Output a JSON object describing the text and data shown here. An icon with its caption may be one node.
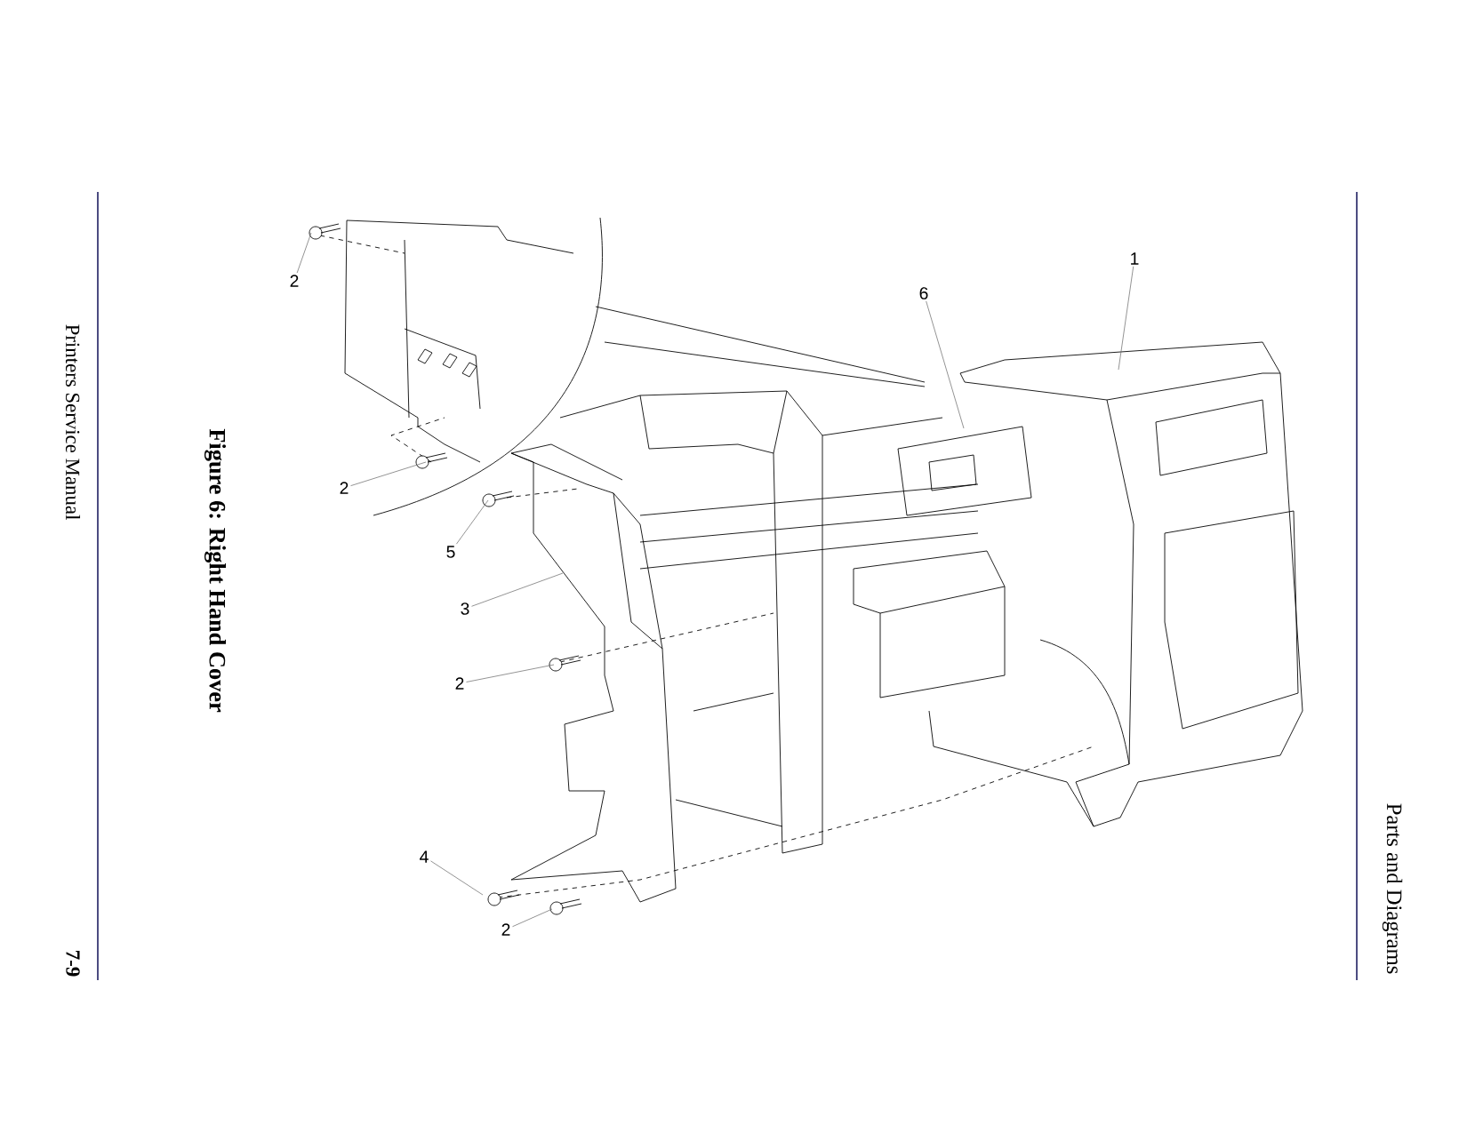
{
  "diagram": {
    "caption": "Figure 6: Right Hand Cover",
    "nodes": [
      {
        "text": [
          "1"
        ]
      },
      {
        "text": [
          "6"
        ]
      },
      {
        "text": [
          "2"
        ]
      },
      {
        "text": [
          "2"
        ]
      },
      {
        "text": [
          "5"
        ]
      },
      {
        "text": [
          "3"
        ]
      },
      {
        "text": [
          "2"
        ]
      },
      {
        "text": [
          "4"
        ]
      },
      {
        "text": [
          "2"
        ]
      }
    ],
    "edges": [
      {
        "from": 0,
        "to": null,
        "arrow": "none"
      },
      {
        "from": 1,
        "to": null,
        "arrow": "none"
      },
      {
        "from": 2,
        "to": null,
        "arrow": "none"
      },
      {
        "from": 3,
        "to": null,
        "arrow": "none"
      },
      {
        "from": 4,
        "to": null,
        "arrow": "none"
      },
      {
        "from": 5,
        "to": null,
        "arrow": "none"
      },
      {
        "from": 6,
        "to": null,
        "arrow": "none"
      },
      {
        "from": 7,
        "to": null,
        "arrow": "none"
      },
      {
        "from": 8,
        "to": null,
        "arrow": "none"
      }
    ],
    "labels": [
      "Printers Service Manual",
      "7-9",
      "Parts and Diagrams"
    ]
  }
}
